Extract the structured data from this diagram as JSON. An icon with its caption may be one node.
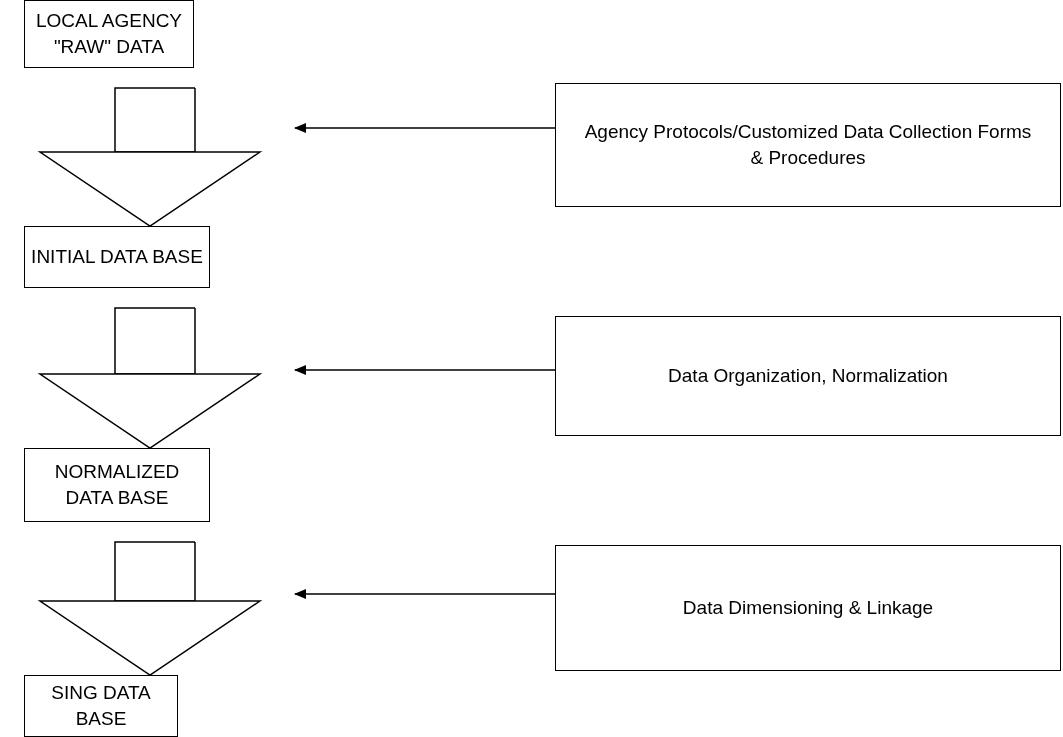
{
  "diagram": {
    "nodes": [
      {
        "text": [
          "LOCAL AGENCY \"RAW\" DATA"
        ]
      },
      {
        "text": [
          "Agency Protocols/Customized Data Collection Forms & Procedures"
        ]
      },
      {
        "text": [
          "INITIAL DATA BASE"
        ]
      },
      {
        "text": [
          "Data Organization, Normalization"
        ]
      },
      {
        "text": [
          "NORMALIZED DATA BASE"
        ]
      },
      {
        "text": [
          "Data Dimensioning & Linkage"
        ]
      },
      {
        "text": [
          "SING DATA BASE"
        ]
      }
    ],
    "edges": [
      {
        "from": 0,
        "to": 2,
        "arrow": "to"
      },
      {
        "from": 2,
        "to": 4,
        "arrow": "to"
      },
      {
        "from": 4,
        "to": 6,
        "arrow": "to"
      },
      {
        "from": 1,
        "to": null,
        "arrow": "to"
      },
      {
        "from": 3,
        "to": null,
        "arrow": "to"
      },
      {
        "from": 5,
        "to": null,
        "arrow": "to"
      }
    ]
  }
}
